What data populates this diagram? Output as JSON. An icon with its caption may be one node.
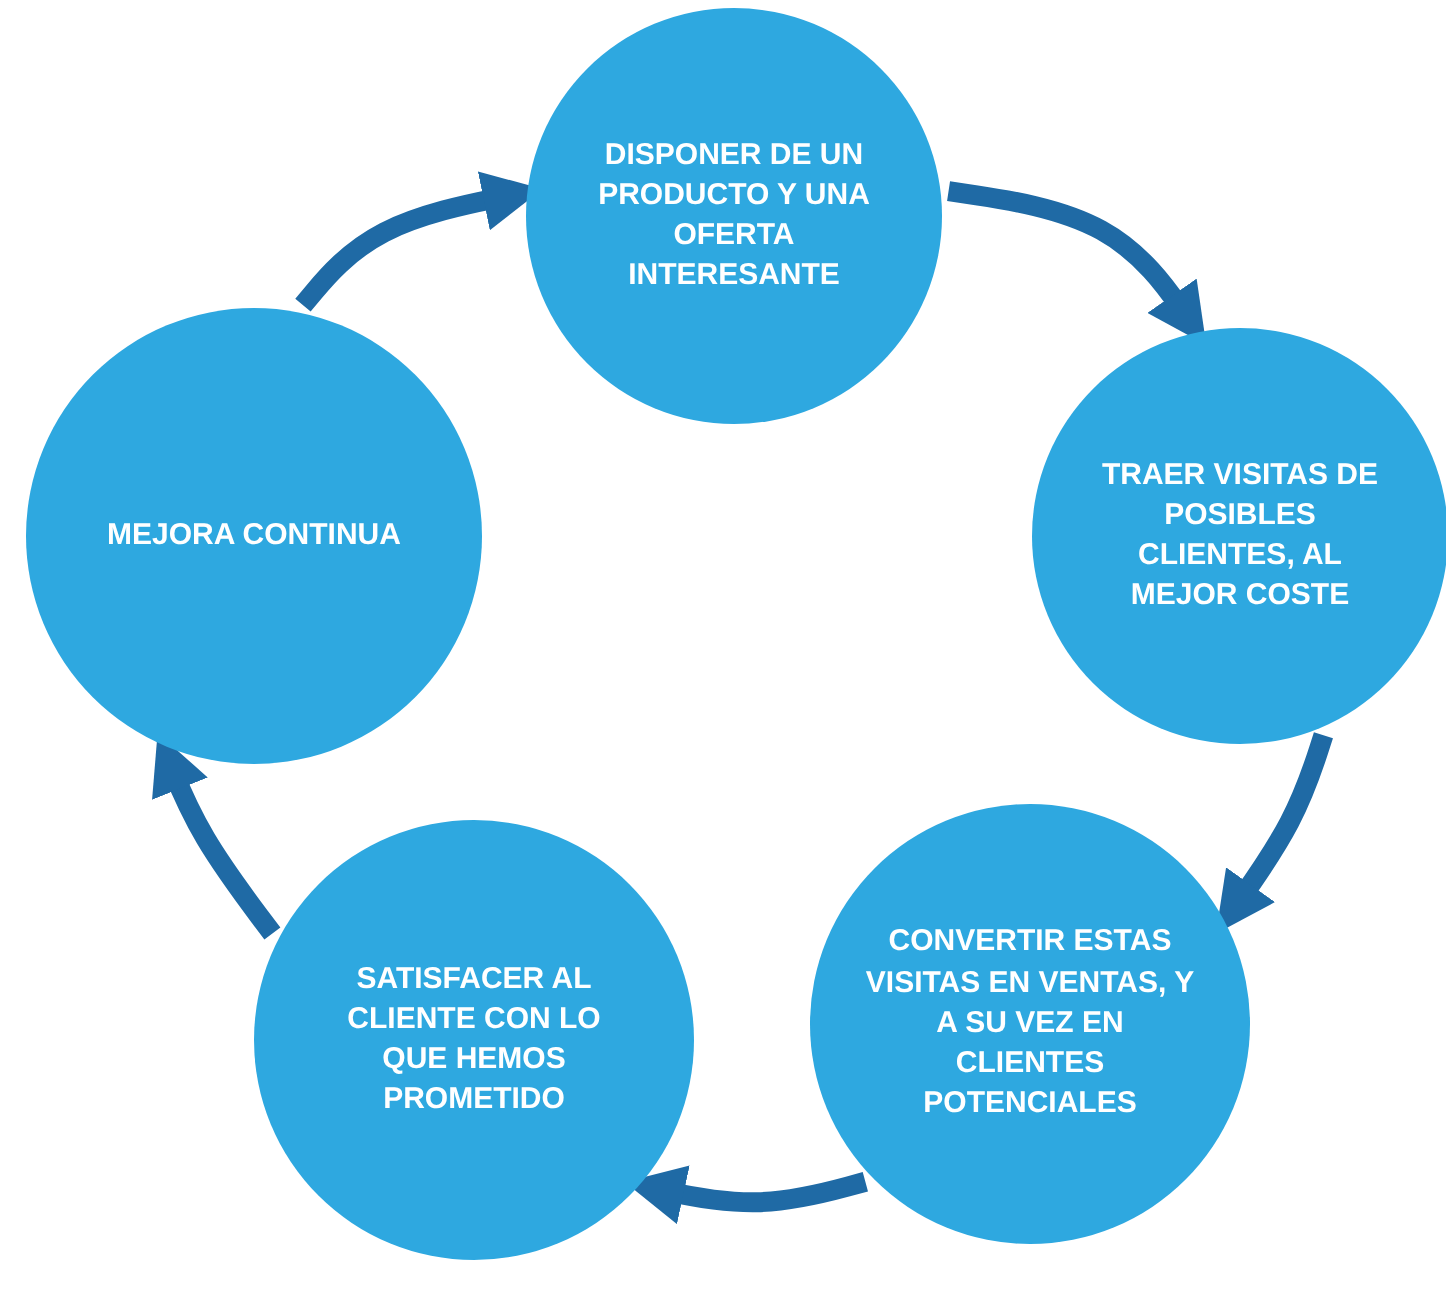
{
  "diagram": {
    "nodes": [
      {
        "text": [
          "DISPONER DE UN PRODUCTO Y UNA OFERTA INTERESANTE"
        ]
      },
      {
        "text": [
          "TRAER VISITAS DE POSIBLES CLIENTES, AL MEJOR COSTE"
        ]
      },
      {
        "text": [
          "CONVERTIR ESTAS VISITAS EN VENTAS, Y A SU VEZ EN CLIENTES POTENCIALES"
        ]
      },
      {
        "text": [
          "SATISFACER AL CLIENTE CON LO QUE HEMOS PROMETIDO"
        ]
      },
      {
        "text": [
          "MEJORA CONTINUA"
        ]
      }
    ],
    "edges": [
      {
        "from": 0,
        "to": 1,
        "arrow": "to"
      },
      {
        "from": 1,
        "to": 2,
        "arrow": "to"
      },
      {
        "from": 2,
        "to": 3,
        "arrow": "to"
      },
      {
        "from": 3,
        "to": 4,
        "arrow": "to"
      },
      {
        "from": 4,
        "to": 0,
        "arrow": "to"
      }
    ]
  }
}
